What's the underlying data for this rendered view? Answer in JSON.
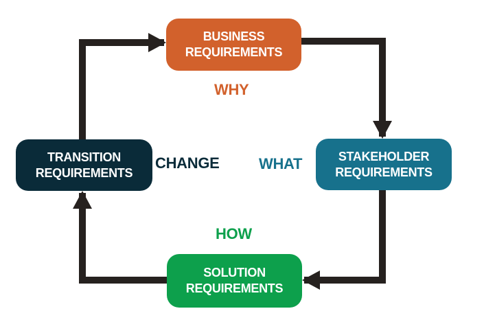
{
  "diagram": {
    "background": "#ffffff",
    "arrow_color": "#26211f",
    "nodes": [
      {
        "id": "business-requirements",
        "label": [
          "BUSINESS",
          "REQUIREMENTS"
        ],
        "color": "#d2612c",
        "text_color": "#ffffff"
      },
      {
        "id": "stakeholder-requirements",
        "label": [
          "STAKEHOLDER",
          "REQUIREMENTS"
        ],
        "color": "#17718c",
        "text_color": "#ffffff"
      },
      {
        "id": "transition-requirements",
        "label": [
          "TRANSITION",
          "REQUIREMENTS"
        ],
        "color": "#0a2b39",
        "text_color": "#ffffff"
      },
      {
        "id": "solution-requirements",
        "label": [
          "SOLUTION",
          "REQUIREMENTS"
        ],
        "color": "#0da04c",
        "text_color": "#ffffff"
      }
    ],
    "captions": [
      {
        "id": "why",
        "text": "WHY",
        "color": "#d2612c"
      },
      {
        "id": "what",
        "text": "WHAT",
        "color": "#17718c"
      },
      {
        "id": "change",
        "text": "CHANGE",
        "color": "#0a2b39"
      },
      {
        "id": "how",
        "text": "HOW",
        "color": "#0da04c"
      }
    ],
    "arrows": [
      {
        "from": "transition-requirements",
        "to": "business-requirements"
      },
      {
        "from": "business-requirements",
        "to": "stakeholder-requirements"
      },
      {
        "from": "stakeholder-requirements",
        "to": "solution-requirements"
      },
      {
        "from": "solution-requirements",
        "to": "transition-requirements"
      }
    ]
  }
}
